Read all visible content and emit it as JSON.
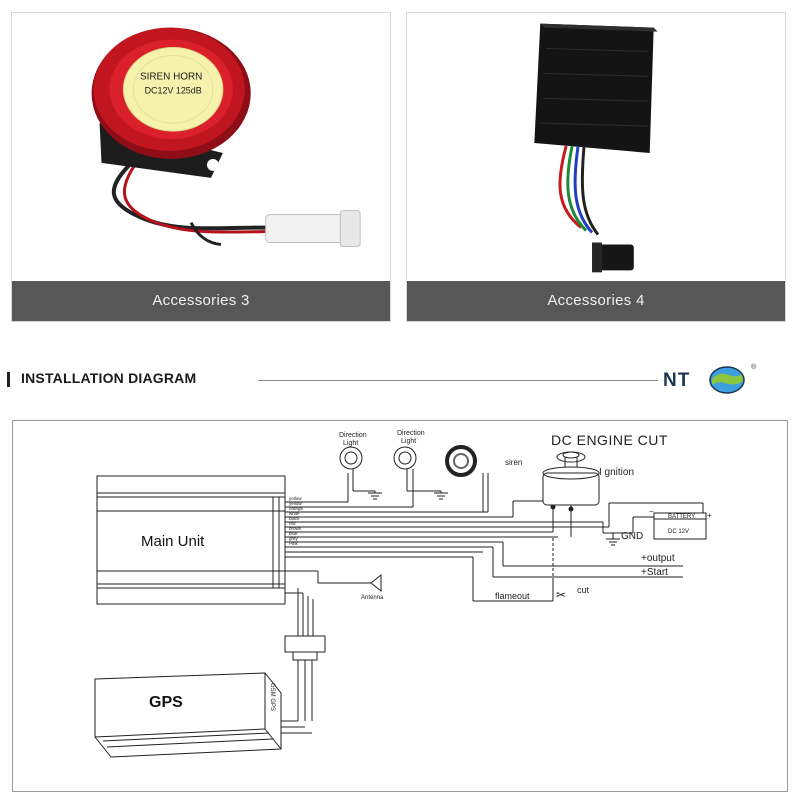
{
  "cards": [
    {
      "caption": "Accessories 3",
      "product_label_line1": "SIREN HORN",
      "product_label_line2": "DC12V 125dB"
    },
    {
      "caption": "Accessories 4"
    }
  ],
  "section": {
    "title": "INSTALLATION DIAGRAM",
    "logo_text": "NT",
    "logo_mark": "®"
  },
  "diagram": {
    "title": "DC ENGINE CUT",
    "main_unit": "Main Unit",
    "gps": "GPS",
    "gps_side_label": "GSM GPS",
    "direction_light_1": [
      "Direction",
      "Light"
    ],
    "direction_light_2": [
      "Direction",
      "Light"
    ],
    "siren": "siren",
    "ignition": "I gnition",
    "battery": "BATTERY",
    "battery_voltage": "DC  12V",
    "battery_minus": "−",
    "battery_plus": "+",
    "gnd": "GND",
    "output": "+output",
    "start": "+Start",
    "flameout": "flameout",
    "cut": "cut",
    "antenna": "Antenna",
    "wires": [
      "yellow",
      "yellow",
      "orange",
      "white",
      "black",
      "red",
      "brown",
      "blue",
      "grey",
      "Pink"
    ]
  },
  "colors": {
    "caption_bg": "#575757",
    "siren_red": "#b0141f",
    "siren_label": "#f4f1a8",
    "box_black": "#1a1a1a",
    "line": "#222222"
  }
}
